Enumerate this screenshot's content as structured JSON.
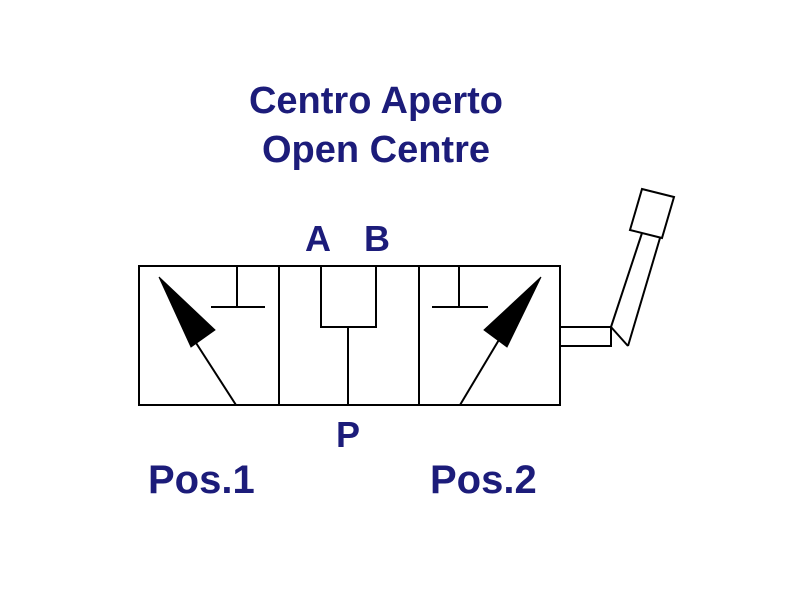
{
  "title": {
    "line1": "Centro Aperto",
    "line2": "Open Centre"
  },
  "ports": {
    "a": "A",
    "b": "B",
    "p": "P"
  },
  "positions": {
    "pos1": "Pos.1",
    "pos2": "Pos.2"
  },
  "colors": {
    "text": "#1c1c7a",
    "lines": "#000000",
    "background": "#ffffff"
  }
}
